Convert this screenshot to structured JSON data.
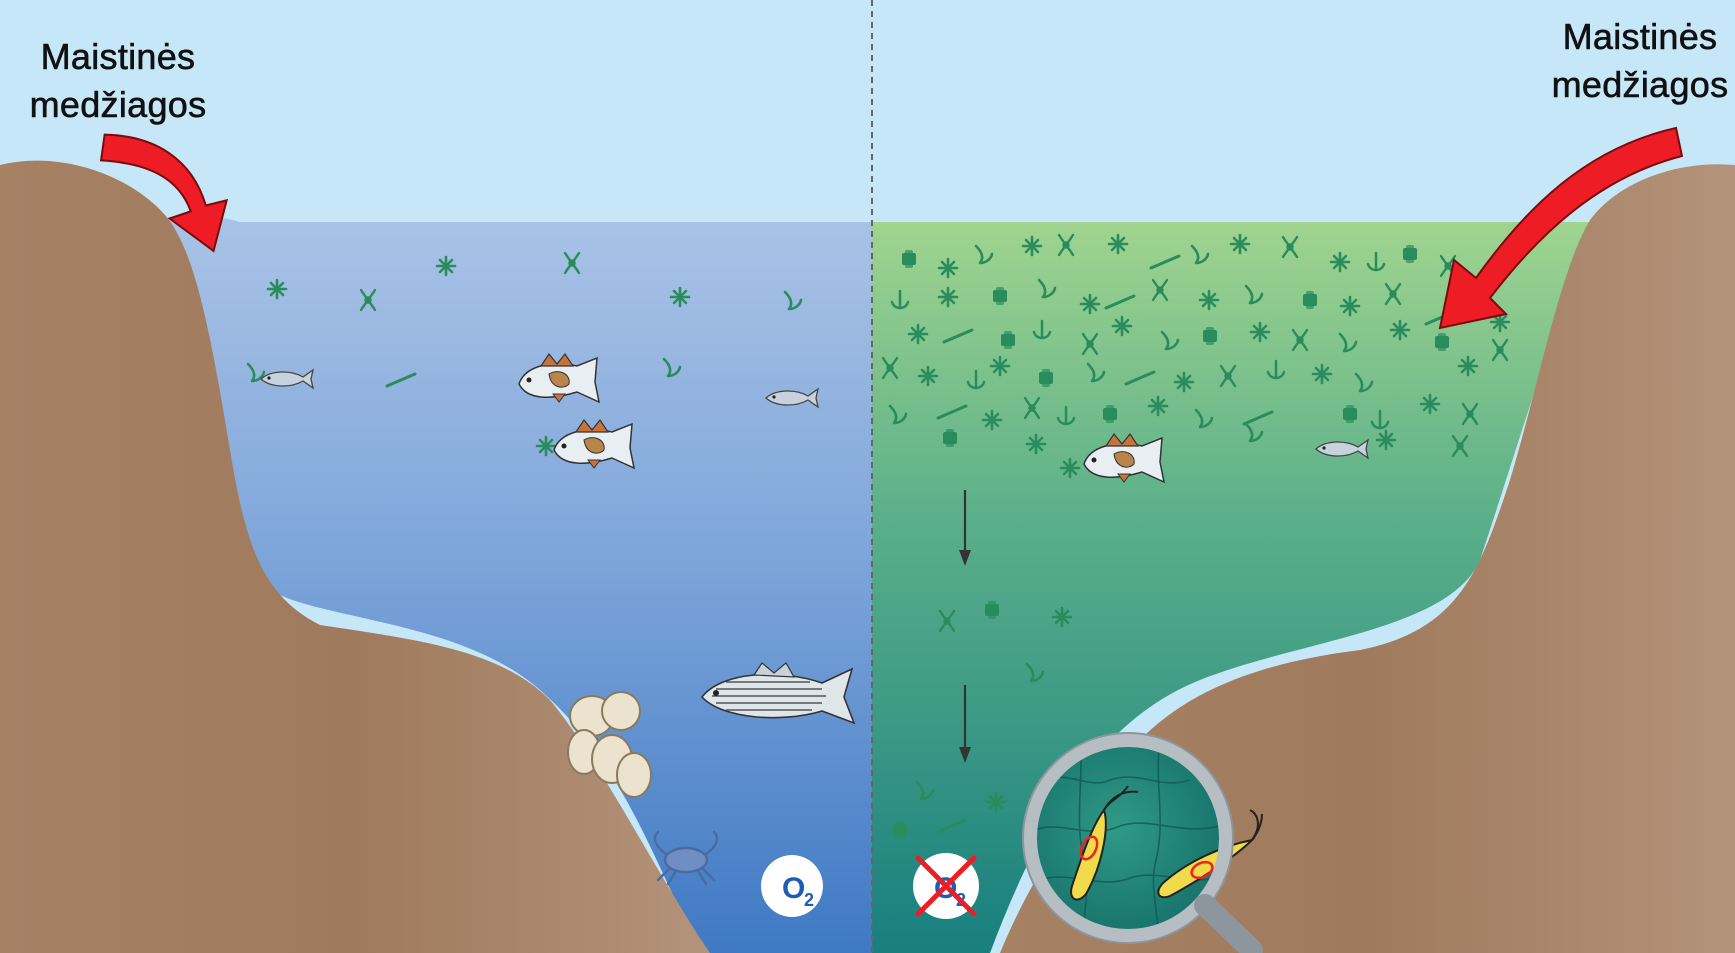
{
  "labels": {
    "left": {
      "line1": "Maistinės",
      "line2": "medžiagos"
    },
    "right": {
      "line1": "Maistinės",
      "line2": "medžiagos"
    }
  },
  "badges": {
    "left_oxygen": {
      "symbol": "O",
      "subscript": "2",
      "crossed_out": false
    },
    "right_oxygen": {
      "symbol": "O",
      "subscript": "2",
      "crossed_out": true
    }
  },
  "colors": {
    "sky": "#c6e7f7",
    "soil": "#a88264",
    "clear_water_top": "#a9c3e6",
    "clear_water_bottom": "#3f79c4",
    "algal_water_top": "#9bd08d",
    "algal_water_bottom": "#1f8a82",
    "algae": "#2a8c5c",
    "arrow": "#ee1c24",
    "badge_text": "#1e5db0",
    "cross": "#ee1c24"
  },
  "icons": [
    "red-curved-arrow-icon",
    "fish-icon",
    "striped-bass-icon",
    "oyster-icon",
    "crab-icon",
    "algae-icon",
    "sinking-arrow-icon",
    "magnifier-icon",
    "bacteria-icon",
    "oxygen-badge-icon",
    "no-oxygen-badge-icon"
  ]
}
